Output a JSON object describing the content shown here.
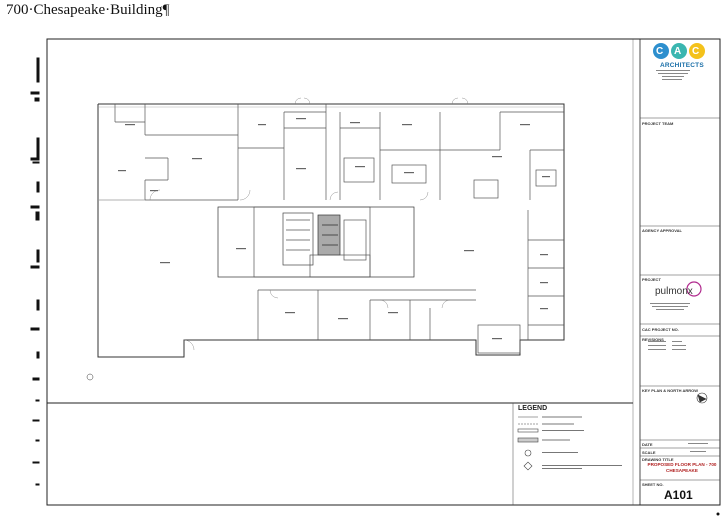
{
  "document": {
    "heading": "700·Chesapeake·Building¶"
  },
  "title_block": {
    "firm_abbrev": [
      "C",
      "A",
      "C"
    ],
    "firm_name": "ARCHITECTS",
    "project_team_label": "PROJECT TEAM",
    "agency_approval_label": "AGENCY APPROVAL",
    "project_label": "PROJECT",
    "client_logo": "pulmonx",
    "cac_project_label": "CAC PROJECT NO.",
    "revisions_label": "REVISIONS",
    "key_plan_label": "KEY PLAN & NORTH ARROW",
    "date_label": "DATE",
    "scale_label": "SCALE",
    "drawing_title_label": "DRAWING TITLE",
    "drawing_title": "PROPOSED FLOOR PLAN - 700 CHESAPEAKE",
    "sheet_no_label": "SHEET NO.",
    "sheet_no": "A101"
  },
  "legend": {
    "title": "LEGEND"
  },
  "colors": {
    "logo_blue": "#2d8fce",
    "logo_teal": "#3ab6b0",
    "logo_yellow": "#f4c21b",
    "client_magenta": "#b02a8e",
    "title_red": "#b02020"
  }
}
